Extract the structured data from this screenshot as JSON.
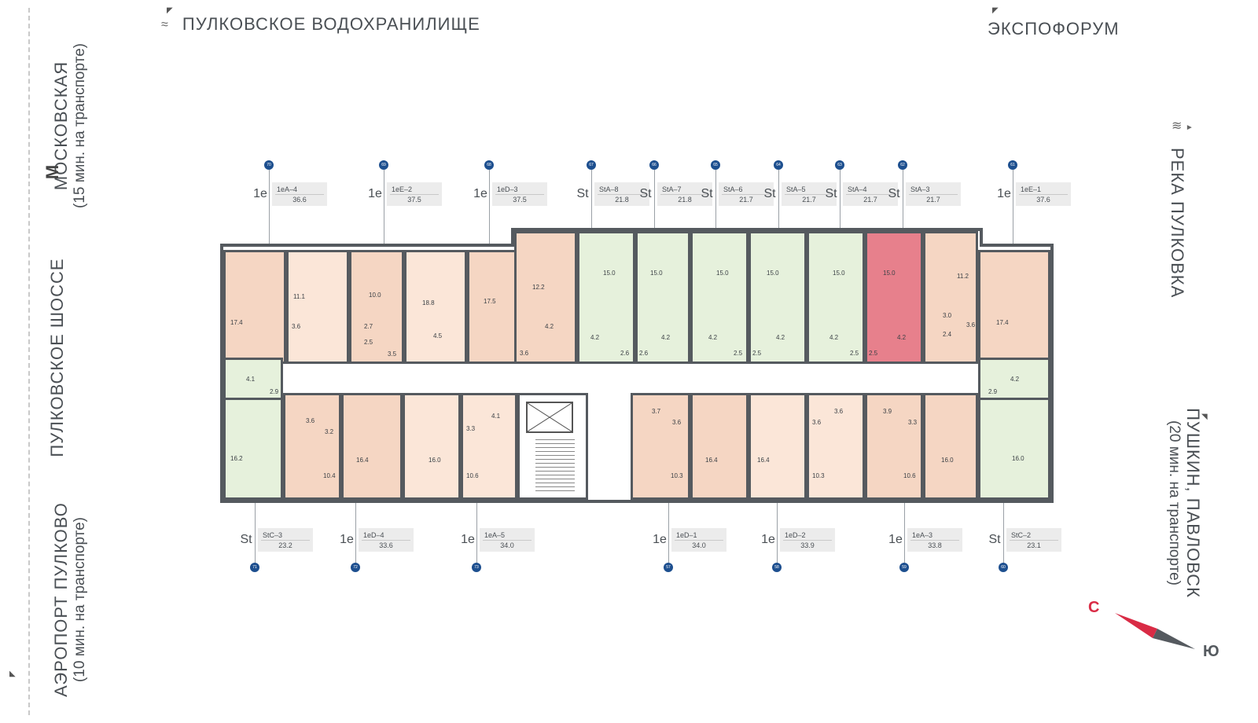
{
  "landmarks": {
    "top_left": "ПУЛКОВСКОЕ  ВОДОХРАНИЛИЩЕ",
    "top_right": "ЭКСПОФОРУМ",
    "left_top_line1": "МОСКОВСКАЯ",
    "left_top_line2": "(15 мин. на транспорте)",
    "left_mid": "ПУЛКОВСКОЕ  ШОССЕ",
    "left_bottom_line1": "АЭРОПОРТ  ПУЛКОВО",
    "left_bottom_line2": "(10 мин. на транспорте)",
    "right_top": "РЕКА  ПУЛКОВКА",
    "right_bottom_line1": "ПУШКИН,  ПАВЛОВСК",
    "right_bottom_line2": "(20 мин. на транспорте)",
    "metro_symbol": "М"
  },
  "compass": {
    "north": "С",
    "south": "Ю",
    "north_color": "#d92b45",
    "south_color": "#555a5f"
  },
  "top_units": [
    {
      "num": "70",
      "rooms": "1е",
      "code": "1eA–4",
      "area": "36.6"
    },
    {
      "num": "69",
      "rooms": "1е",
      "code": "1eE–2",
      "area": "37.5"
    },
    {
      "num": "68",
      "rooms": "1е",
      "code": "1eD–3",
      "area": "37.5"
    },
    {
      "num": "67",
      "rooms": "St",
      "code": "StA–8",
      "area": "21.8"
    },
    {
      "num": "66",
      "rooms": "St",
      "code": "StA–7",
      "area": "21.8"
    },
    {
      "num": "65",
      "rooms": "St",
      "code": "StA–6",
      "area": "21.7"
    },
    {
      "num": "64",
      "rooms": "St",
      "code": "StA–5",
      "area": "21.7"
    },
    {
      "num": "63",
      "rooms": "St",
      "code": "StA–4",
      "area": "21.7"
    },
    {
      "num": "62",
      "rooms": "St",
      "code": "StA–3",
      "area": "21.7"
    },
    {
      "num": "61",
      "rooms": "1е",
      "code": "1eE–1",
      "area": "37.6"
    }
  ],
  "bottom_units": [
    {
      "num": "71",
      "rooms": "St",
      "code": "StC–3",
      "area": "23.2"
    },
    {
      "num": "72",
      "rooms": "1е",
      "code": "1eD–4",
      "area": "33.6"
    },
    {
      "num": "73",
      "rooms": "1е",
      "code": "1eA–5",
      "area": "34.0"
    },
    {
      "num": "57",
      "rooms": "1е",
      "code": "1eD–1",
      "area": "34.0"
    },
    {
      "num": "58",
      "rooms": "1е",
      "code": "1eD–2",
      "area": "33.9"
    },
    {
      "num": "59",
      "rooms": "1е",
      "code": "1eA–3",
      "area": "33.8"
    },
    {
      "num": "60",
      "rooms": "St",
      "code": "StC–2",
      "area": "23.1"
    }
  ],
  "room_areas": {
    "a1": "17.4",
    "a2": "11.1",
    "a3": "10.0",
    "a4": "18.8",
    "a5": "17.5",
    "a6": "12.2",
    "a7": "15.0",
    "a8": "15.0",
    "a9": "15.0",
    "a10": "15.0",
    "a11": "15.0",
    "a12": "15.0",
    "a13": "11.2",
    "a14": "17.4",
    "b1": "3.6",
    "b2": "4.5",
    "b3": "2.7",
    "b4": "2.5",
    "b5": "3.5",
    "b6": "3.6",
    "b7": "4.2",
    "b8": "4.2",
    "b9": "2.6",
    "b10": "2.6",
    "b11": "4.2",
    "b12": "4.2",
    "b13": "2.5",
    "b14": "2.5",
    "b15": "4.2",
    "b16": "4.2",
    "b17": "2.5",
    "b18": "2.5",
    "b19": "4.2",
    "b20": "3.0",
    "b21": "2.4",
    "b22": "3.6",
    "c1": "4.1",
    "c2": "2.9",
    "c3": "4.2",
    "c4": "2.9",
    "d1": "3.6",
    "d2": "3.2",
    "d3": "4.1",
    "d4": "3.3",
    "d5": "3.7",
    "d6": "3.6",
    "d7": "3.6",
    "d8": "3.6",
    "d9": "3.9",
    "d10": "3.3",
    "e1": "16.2",
    "e2": "10.4",
    "e3": "16.4",
    "e4": "16.0",
    "e5": "10.6",
    "e6": "10.3",
    "e7": "16.4",
    "e8": "16.4",
    "e9": "10.3",
    "e10": "10.6",
    "e11": "16.0",
    "e12": "16.0"
  }
}
